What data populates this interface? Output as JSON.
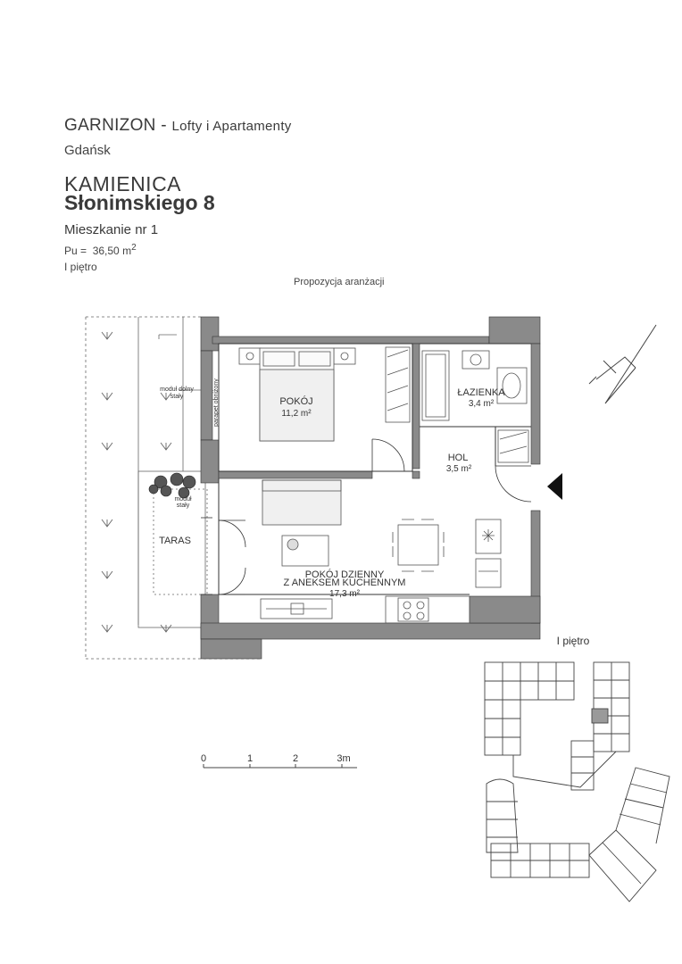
{
  "header": {
    "brand": "GARNIZON -",
    "brand_sub": "Lofty i Apartamenty",
    "city": "Gdańsk",
    "building": "KAMIENICA",
    "street": "Słonimskiego 8",
    "flat": "Mieszkanie nr 1",
    "area_label": "Pu =",
    "area_value": "36,50 m",
    "area_sup": "2",
    "floor": "I piętro",
    "proposal": "Propozycja aranżacji"
  },
  "rooms": {
    "pokoj_name": "POKÓJ",
    "pokoj_area": "11,2 m²",
    "lazienka_name": "ŁAZIENKA",
    "lazienka_area": "3,4 m²",
    "hol_name": "HOL",
    "hol_area": "3,5 m²",
    "dzienny_name1": "POKÓJ DZIENNY",
    "dzienny_name2": "Z ANEKSEM KUCHENNYM",
    "dzienny_area": "17,3 m²",
    "taras_name": "TARAS"
  },
  "annotations": {
    "parapet": "parapet obniżony",
    "modul_dolny_1": "moduł dolny",
    "modul_dolny_2": "stały",
    "modul_staly_1": "moduł",
    "modul_staly_2": "stały"
  },
  "scale": {
    "ticks": [
      "0",
      "1",
      "2",
      "3m"
    ]
  },
  "keyplan": {
    "label": "I piętro"
  },
  "colors": {
    "wall": "#8a8a8a",
    "line": "#4a4a4a",
    "highlight": "#9a9a9a"
  }
}
